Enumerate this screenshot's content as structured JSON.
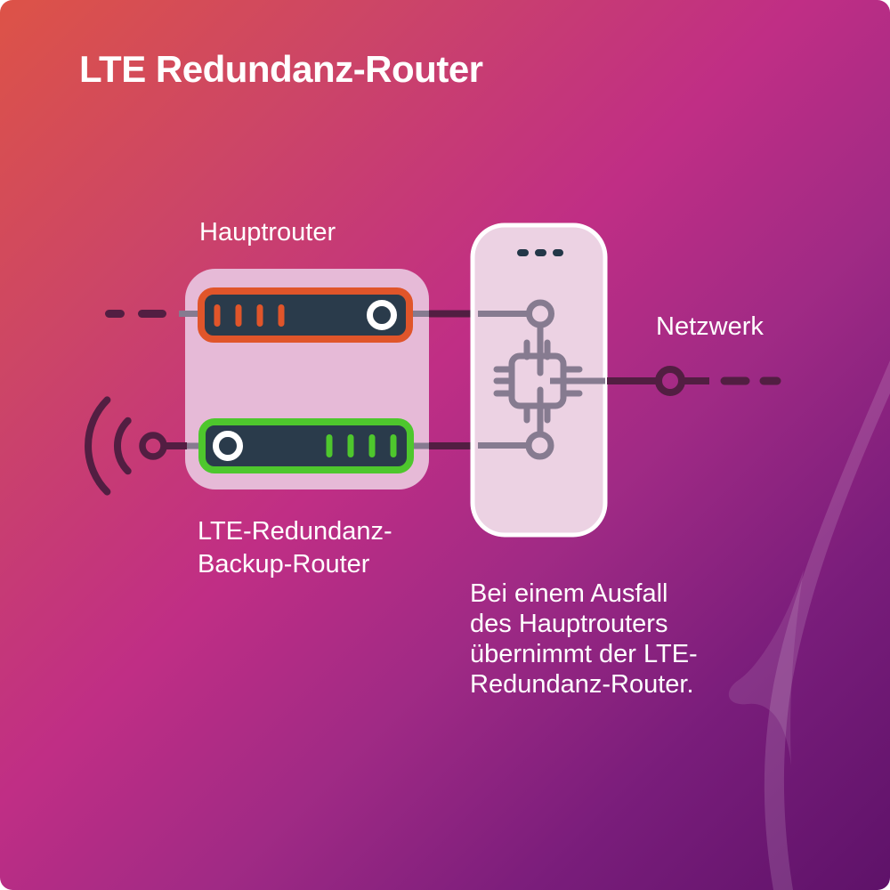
{
  "title": "LTE Redundanz-Router",
  "labels": {
    "hauptrouter": "Hauptrouter",
    "backup_line1": "LTE-Redundanz-",
    "backup_line2": "Backup-Router",
    "netzwerk": "Netzwerk"
  },
  "caption": {
    "lines": [
      "Bei einem Ausfall",
      "des Hauptrouters",
      "übernimmt der LTE-",
      "Redundanz-Router."
    ]
  },
  "icons": {
    "wifi": "wifi-signal-icon",
    "main_router": "main-router-device-icon",
    "backup_router": "lte-backup-router-device-icon",
    "switch_chip": "network-switch-chip-icon",
    "network_node": "network-node-ring-icon"
  },
  "colors": {
    "background_gradient_start": "#dd5347",
    "background_gradient_mid": "#c02e85",
    "background_gradient_end": "#5e1269",
    "accent_orange": "#e0552a",
    "accent_green": "#4ec72d",
    "device_navy": "#2a3b4b",
    "connector_plum": "#521e42",
    "connector_gray": "#867b90",
    "panel_pink": "#e6bad7",
    "panel_light_pink": "#ecd2e3",
    "text": "#ffffff"
  }
}
